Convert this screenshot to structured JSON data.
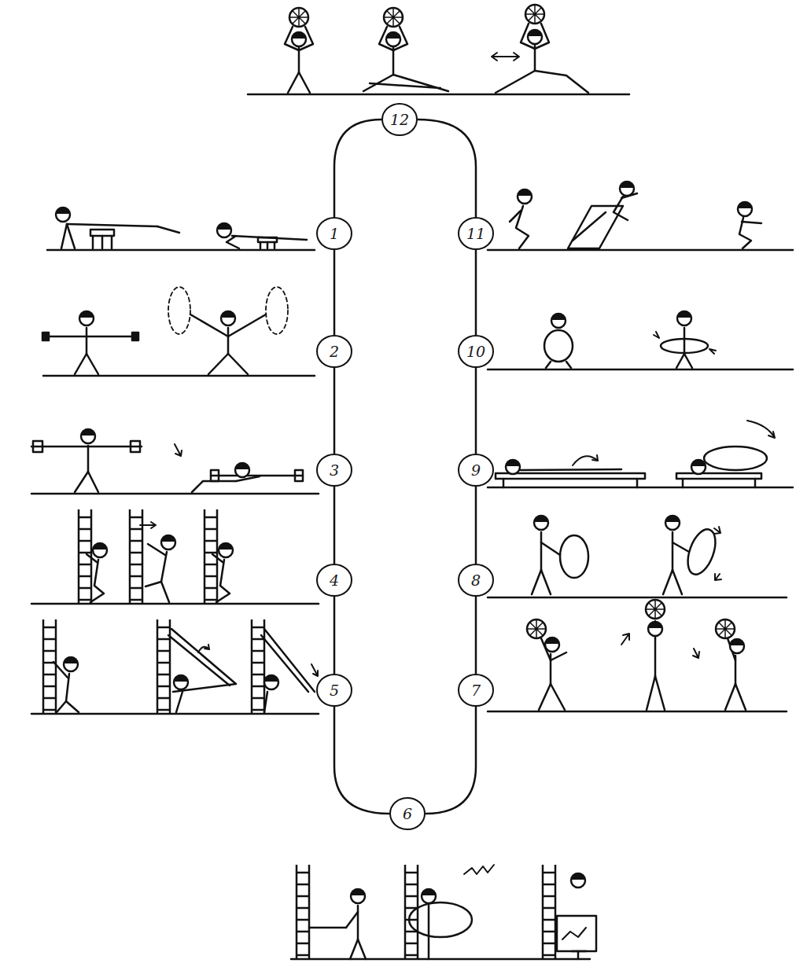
{
  "diagram": {
    "nodes": [
      {
        "text": [
          "12"
        ]
      },
      {
        "text": [
          "1"
        ]
      },
      {
        "text": [
          "11"
        ]
      },
      {
        "text": [
          "2"
        ]
      },
      {
        "text": [
          "10"
        ]
      },
      {
        "text": [
          "3"
        ]
      },
      {
        "text": [
          "9"
        ]
      },
      {
        "text": [
          "4"
        ]
      },
      {
        "text": [
          "8"
        ]
      },
      {
        "text": [
          "5"
        ]
      },
      {
        "text": [
          "7"
        ]
      },
      {
        "text": [
          "6"
        ]
      }
    ],
    "edges": [
      {
        "from": 0,
        "to": 1,
        "arrow": "none"
      },
      {
        "from": 1,
        "to": 3,
        "arrow": "none"
      },
      {
        "from": 3,
        "to": 5,
        "arrow": "none"
      },
      {
        "from": 5,
        "to": 7,
        "arrow": "none"
      },
      {
        "from": 7,
        "to": 9,
        "arrow": "none"
      },
      {
        "from": 9,
        "to": 11,
        "arrow": "none"
      },
      {
        "from": 11,
        "to": 10,
        "arrow": "none"
      },
      {
        "from": 10,
        "to": 8,
        "arrow": "none"
      },
      {
        "from": 8,
        "to": 6,
        "arrow": "none"
      },
      {
        "from": 6,
        "to": 4,
        "arrow": "none"
      },
      {
        "from": 4,
        "to": 2,
        "arrow": "none"
      },
      {
        "from": 2,
        "to": 0,
        "arrow": "none"
      }
    ]
  }
}
